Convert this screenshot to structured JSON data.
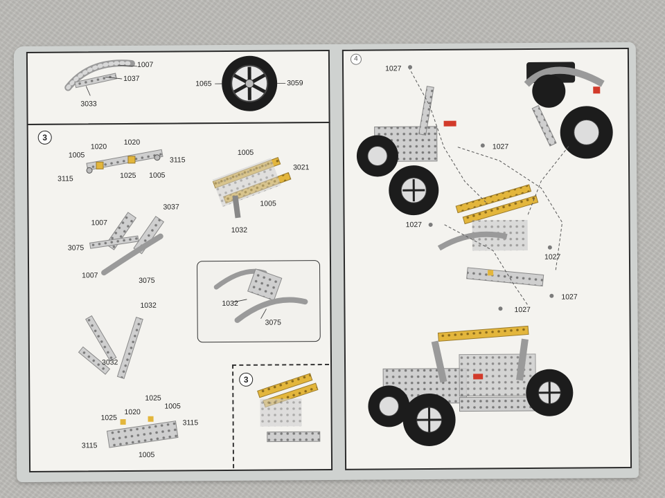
{
  "top_left": {
    "labels": [
      "1007",
      "1037",
      "3033",
      "1065",
      "3059"
    ]
  },
  "step3": {
    "step_number": "3",
    "part_a": [
      "1020",
      "1020",
      "1005",
      "3115",
      "3115",
      "1025",
      "1005"
    ],
    "part_b": [
      "1005",
      "3021",
      "1005",
      "1032"
    ],
    "part_c": [
      "3037",
      "1007",
      "3075",
      "1007",
      "3075"
    ],
    "inset": [
      "1032",
      "3075"
    ],
    "part_d": [
      "1032",
      "3032"
    ],
    "part_e": [
      "1025",
      "1005",
      "1025",
      "1020",
      "3115",
      "3115",
      "1005"
    ],
    "result_step_number": "3"
  },
  "step4": {
    "step_number": "4",
    "labels": [
      "1027",
      "1027",
      "1027",
      "1027",
      "1027",
      "1027"
    ]
  },
  "colors": {
    "metal": "#c9c9c9",
    "gold": "#e3b63c",
    "tire": "#1c1c1c",
    "red": "#d23a2a"
  }
}
